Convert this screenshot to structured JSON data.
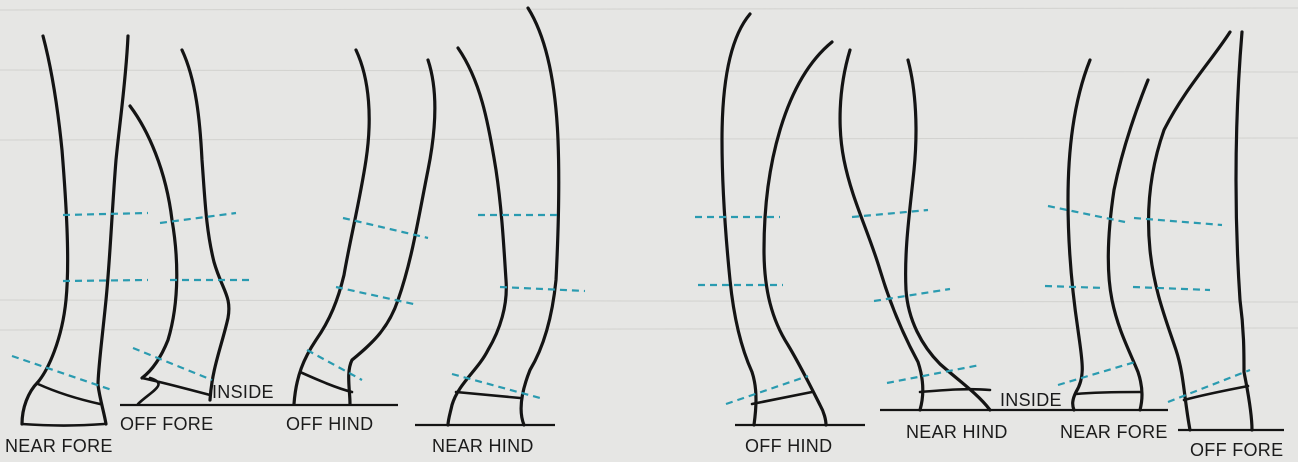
{
  "labels": {
    "near_fore_1": "NEAR FORE",
    "off_fore_1": "OFF FORE",
    "inside_1": "INSIDE",
    "off_hind_1": "OFF HIND",
    "near_hind_1": "NEAR HIND",
    "off_hind_2": "OFF HIND",
    "near_hind_2": "NEAR HIND",
    "inside_2": "INSIDE",
    "near_fore_2": "NEAR FORE",
    "off_fore_2": "OFF FORE"
  },
  "colors": {
    "outline": "#141414",
    "axis_dashes": "#2a9bb0",
    "paper": "#e6e6e4"
  }
}
